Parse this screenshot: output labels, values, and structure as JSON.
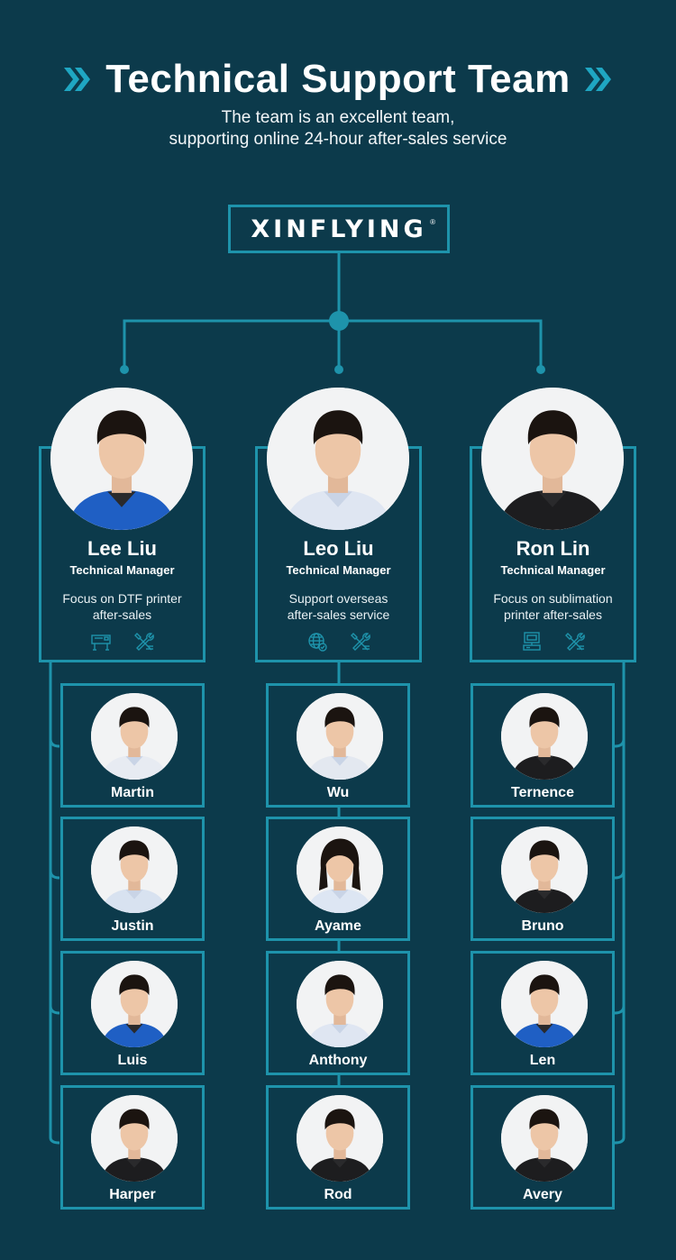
{
  "header": {
    "title": "Technical Support Team",
    "subtitle_line1": "The team is an excellent team,",
    "subtitle_line2": "supporting online 24-hour after-sales service"
  },
  "logo": {
    "text": "XINFLYING",
    "mark": "®"
  },
  "managers": [
    {
      "name": "Lee Liu",
      "role": "Technical Manager",
      "desc_line1": "Focus on DTF printer",
      "desc_line2": "after-sales",
      "shirt": "#1f5fc4",
      "icons": [
        "printer-icon",
        "tools-icon"
      ]
    },
    {
      "name": "Leo Liu",
      "role": "Technical Manager",
      "desc_line1": "Support overseas",
      "desc_line2": "after-sales service",
      "shirt": "#dfe6f2",
      "icons": [
        "globe-icon",
        "tools-icon"
      ]
    },
    {
      "name": "Ron Lin",
      "role": "Technical Manager",
      "desc_line1": "Focus on sublimation",
      "desc_line2": "printer after-sales",
      "shirt": "#1d1d1f",
      "icons": [
        "heat-press-icon",
        "tools-icon"
      ]
    }
  ],
  "teams": [
    [
      {
        "name": "Martin",
        "shirt": "#e7ebf2"
      },
      {
        "name": "Justin",
        "shirt": "#d8e2f0"
      },
      {
        "name": "Luis",
        "shirt": "#1f5fc4"
      },
      {
        "name": "Harper",
        "shirt": "#1d1d1f"
      }
    ],
    [
      {
        "name": "Wu",
        "shirt": "#e3e8f0"
      },
      {
        "name": "Ayame",
        "shirt": "#dde6f3"
      },
      {
        "name": "Anthony",
        "shirt": "#dfe6f2"
      },
      {
        "name": "Rod",
        "shirt": "#1d1d1f"
      }
    ],
    [
      {
        "name": "Ternence",
        "shirt": "#1d1d1f"
      },
      {
        "name": "Bruno",
        "shirt": "#1d1d1f"
      },
      {
        "name": "Len",
        "shirt": "#1f5fc4"
      },
      {
        "name": "Avery",
        "shirt": "#1d1d1f"
      }
    ]
  ],
  "colors": {
    "background": "#0c3a4b",
    "accent": "#1e93ab",
    "photo_bg": "#f2f3f4"
  }
}
